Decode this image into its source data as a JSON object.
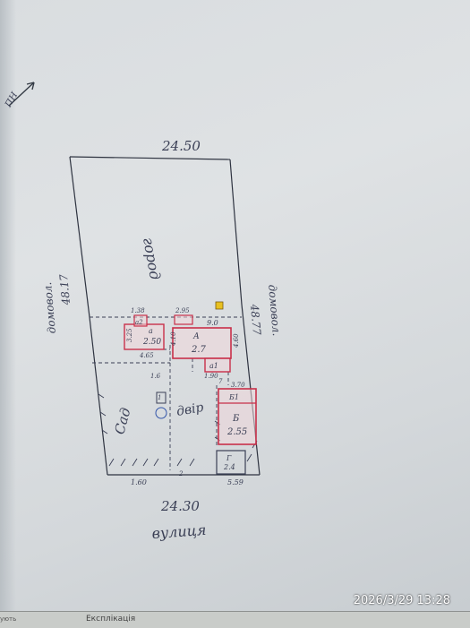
{
  "north_label": "ПН",
  "top_width": "24.50",
  "bottom_width": "24.30",
  "left_length": "48.17",
  "right_length": "48.77",
  "left_neighbor": "домовол.",
  "right_neighbor": "домовол.",
  "garden_label": "город",
  "orchard_label": "Сад",
  "yard_label": "двір",
  "street_label": "вулиця",
  "buildings": {
    "a": {
      "letter": "А",
      "sub": "2.7"
    },
    "a1": {
      "letter": "а1"
    },
    "a2": {
      "letter": "а2"
    },
    "b": {
      "letter": "Б1"
    },
    "b1": {
      "letter": "Б",
      "sub": "2.55"
    },
    "g": {
      "letter": "Г",
      "sub": "2.4"
    },
    "small_left": {
      "letter": "а",
      "sub": "2.50"
    }
  },
  "dims": {
    "d138": "1.38",
    "d295": "2.95",
    "d90": "9.0",
    "d325": "3.25",
    "d465": "4.65",
    "d410": "4.10",
    "d460": "4.60",
    "d190": "1.90",
    "d370": "3.70",
    "d160": "1.60",
    "d559": "5.59",
    "d2": "2",
    "d1": "1",
    "d7": "7",
    "d16": "1.6"
  },
  "timestamp": "2026/3/29 13:28",
  "footer_left": "ують",
  "footer_title": "Експлікація"
}
